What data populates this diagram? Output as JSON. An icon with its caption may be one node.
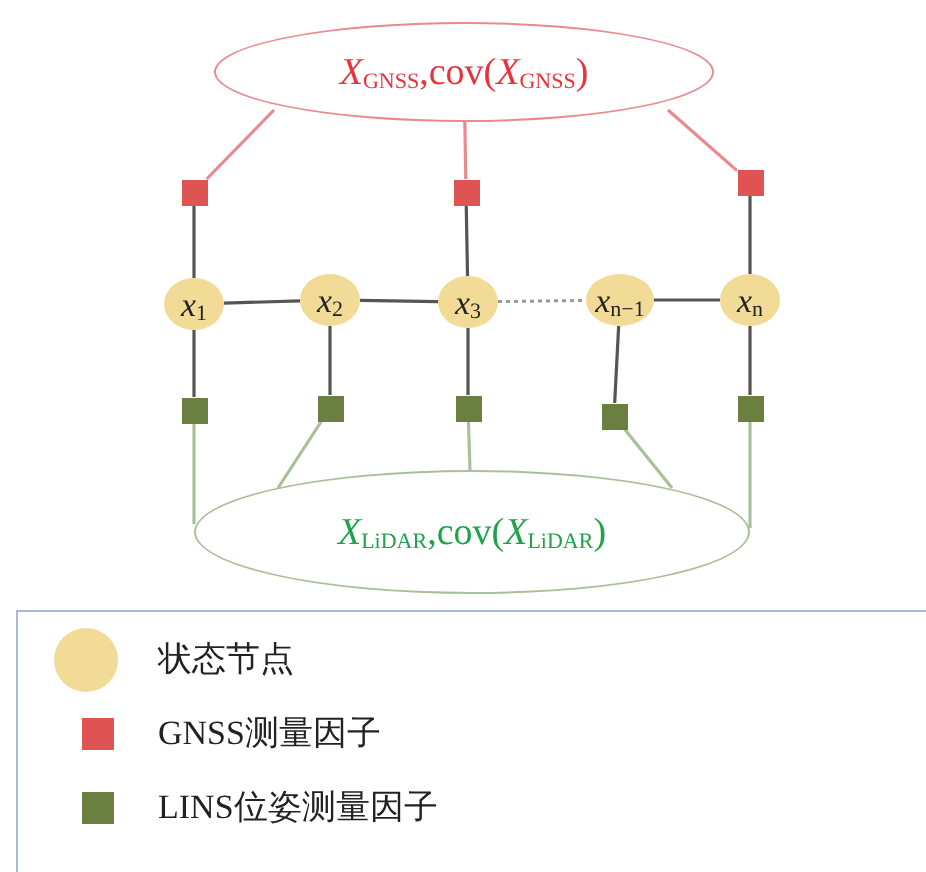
{
  "diagram": {
    "nodes": [
      {
        "text": [
          "*X*$_{GNSS}$,cov(*X*$_{GNSS}$)"
        ]
      },
      {
        "text": [],
        "shape": "box"
      },
      {
        "text": [],
        "shape": "box"
      },
      {
        "text": [],
        "shape": "box"
      },
      {
        "text": [
          "*x*$_{1}$"
        ]
      },
      {
        "text": [
          "*x*$_{2}$"
        ]
      },
      {
        "text": [
          "*x*$_{3}$"
        ]
      },
      {
        "text": [
          "*x*$_{n−1}$"
        ]
      },
      {
        "text": [
          "*x*$_{n}$"
        ]
      },
      {
        "text": [],
        "shape": "box"
      },
      {
        "text": [],
        "shape": "box"
      },
      {
        "text": [],
        "shape": "box"
      },
      {
        "text": [],
        "shape": "box"
      },
      {
        "text": [],
        "shape": "box"
      },
      {
        "text": [
          "*X*$_{LiDAR}$,cov(*X*$_{LiDAR}$)"
        ]
      }
    ],
    "edges": [
      {
        "from": 0,
        "to": 1,
        "arrow": "none",
        "color": "#e88a8f"
      },
      {
        "from": 0,
        "to": 2,
        "arrow": "none",
        "color": "#e88a8f"
      },
      {
        "from": 0,
        "to": 3,
        "arrow": "none",
        "color": "#e88a8f"
      },
      {
        "from": 1,
        "to": 4,
        "arrow": "none"
      },
      {
        "from": 2,
        "to": 6,
        "arrow": "none"
      },
      {
        "from": 3,
        "to": 8,
        "arrow": "none"
      },
      {
        "from": 4,
        "to": 5,
        "arrow": "none"
      },
      {
        "from": 5,
        "to": 6,
        "arrow": "none"
      },
      {
        "from": 6,
        "to": 7,
        "arrow": "none",
        "style": "dashed"
      },
      {
        "from": 7,
        "to": 8,
        "arrow": "none"
      },
      {
        "from": 4,
        "to": 9,
        "arrow": "none"
      },
      {
        "from": 5,
        "to": 10,
        "arrow": "none"
      },
      {
        "from": 6,
        "to": 11,
        "arrow": "none"
      },
      {
        "from": 7,
        "to": 12,
        "arrow": "none"
      },
      {
        "from": 8,
        "to": 13,
        "arrow": "none"
      },
      {
        "from": 9,
        "to": 14,
        "arrow": "none",
        "color": "#a9c09a"
      },
      {
        "from": 10,
        "to": 14,
        "arrow": "none",
        "color": "#a9c09a"
      },
      {
        "from": 11,
        "to": 14,
        "arrow": "none",
        "color": "#a9c09a"
      },
      {
        "from": 12,
        "to": 14,
        "arrow": "none",
        "color": "#a9c09a"
      },
      {
        "from": 13,
        "to": 14,
        "arrow": "none",
        "color": "#a9c09a"
      }
    ],
    "legend": [
      {
        "text": "状态节点",
        "color": "#f2db96"
      },
      {
        "text": "GNSS测量因子",
        "color": "#e05353"
      },
      {
        "text": "LINS位姿测量因子",
        "color": "#6a7f40"
      }
    ]
  }
}
